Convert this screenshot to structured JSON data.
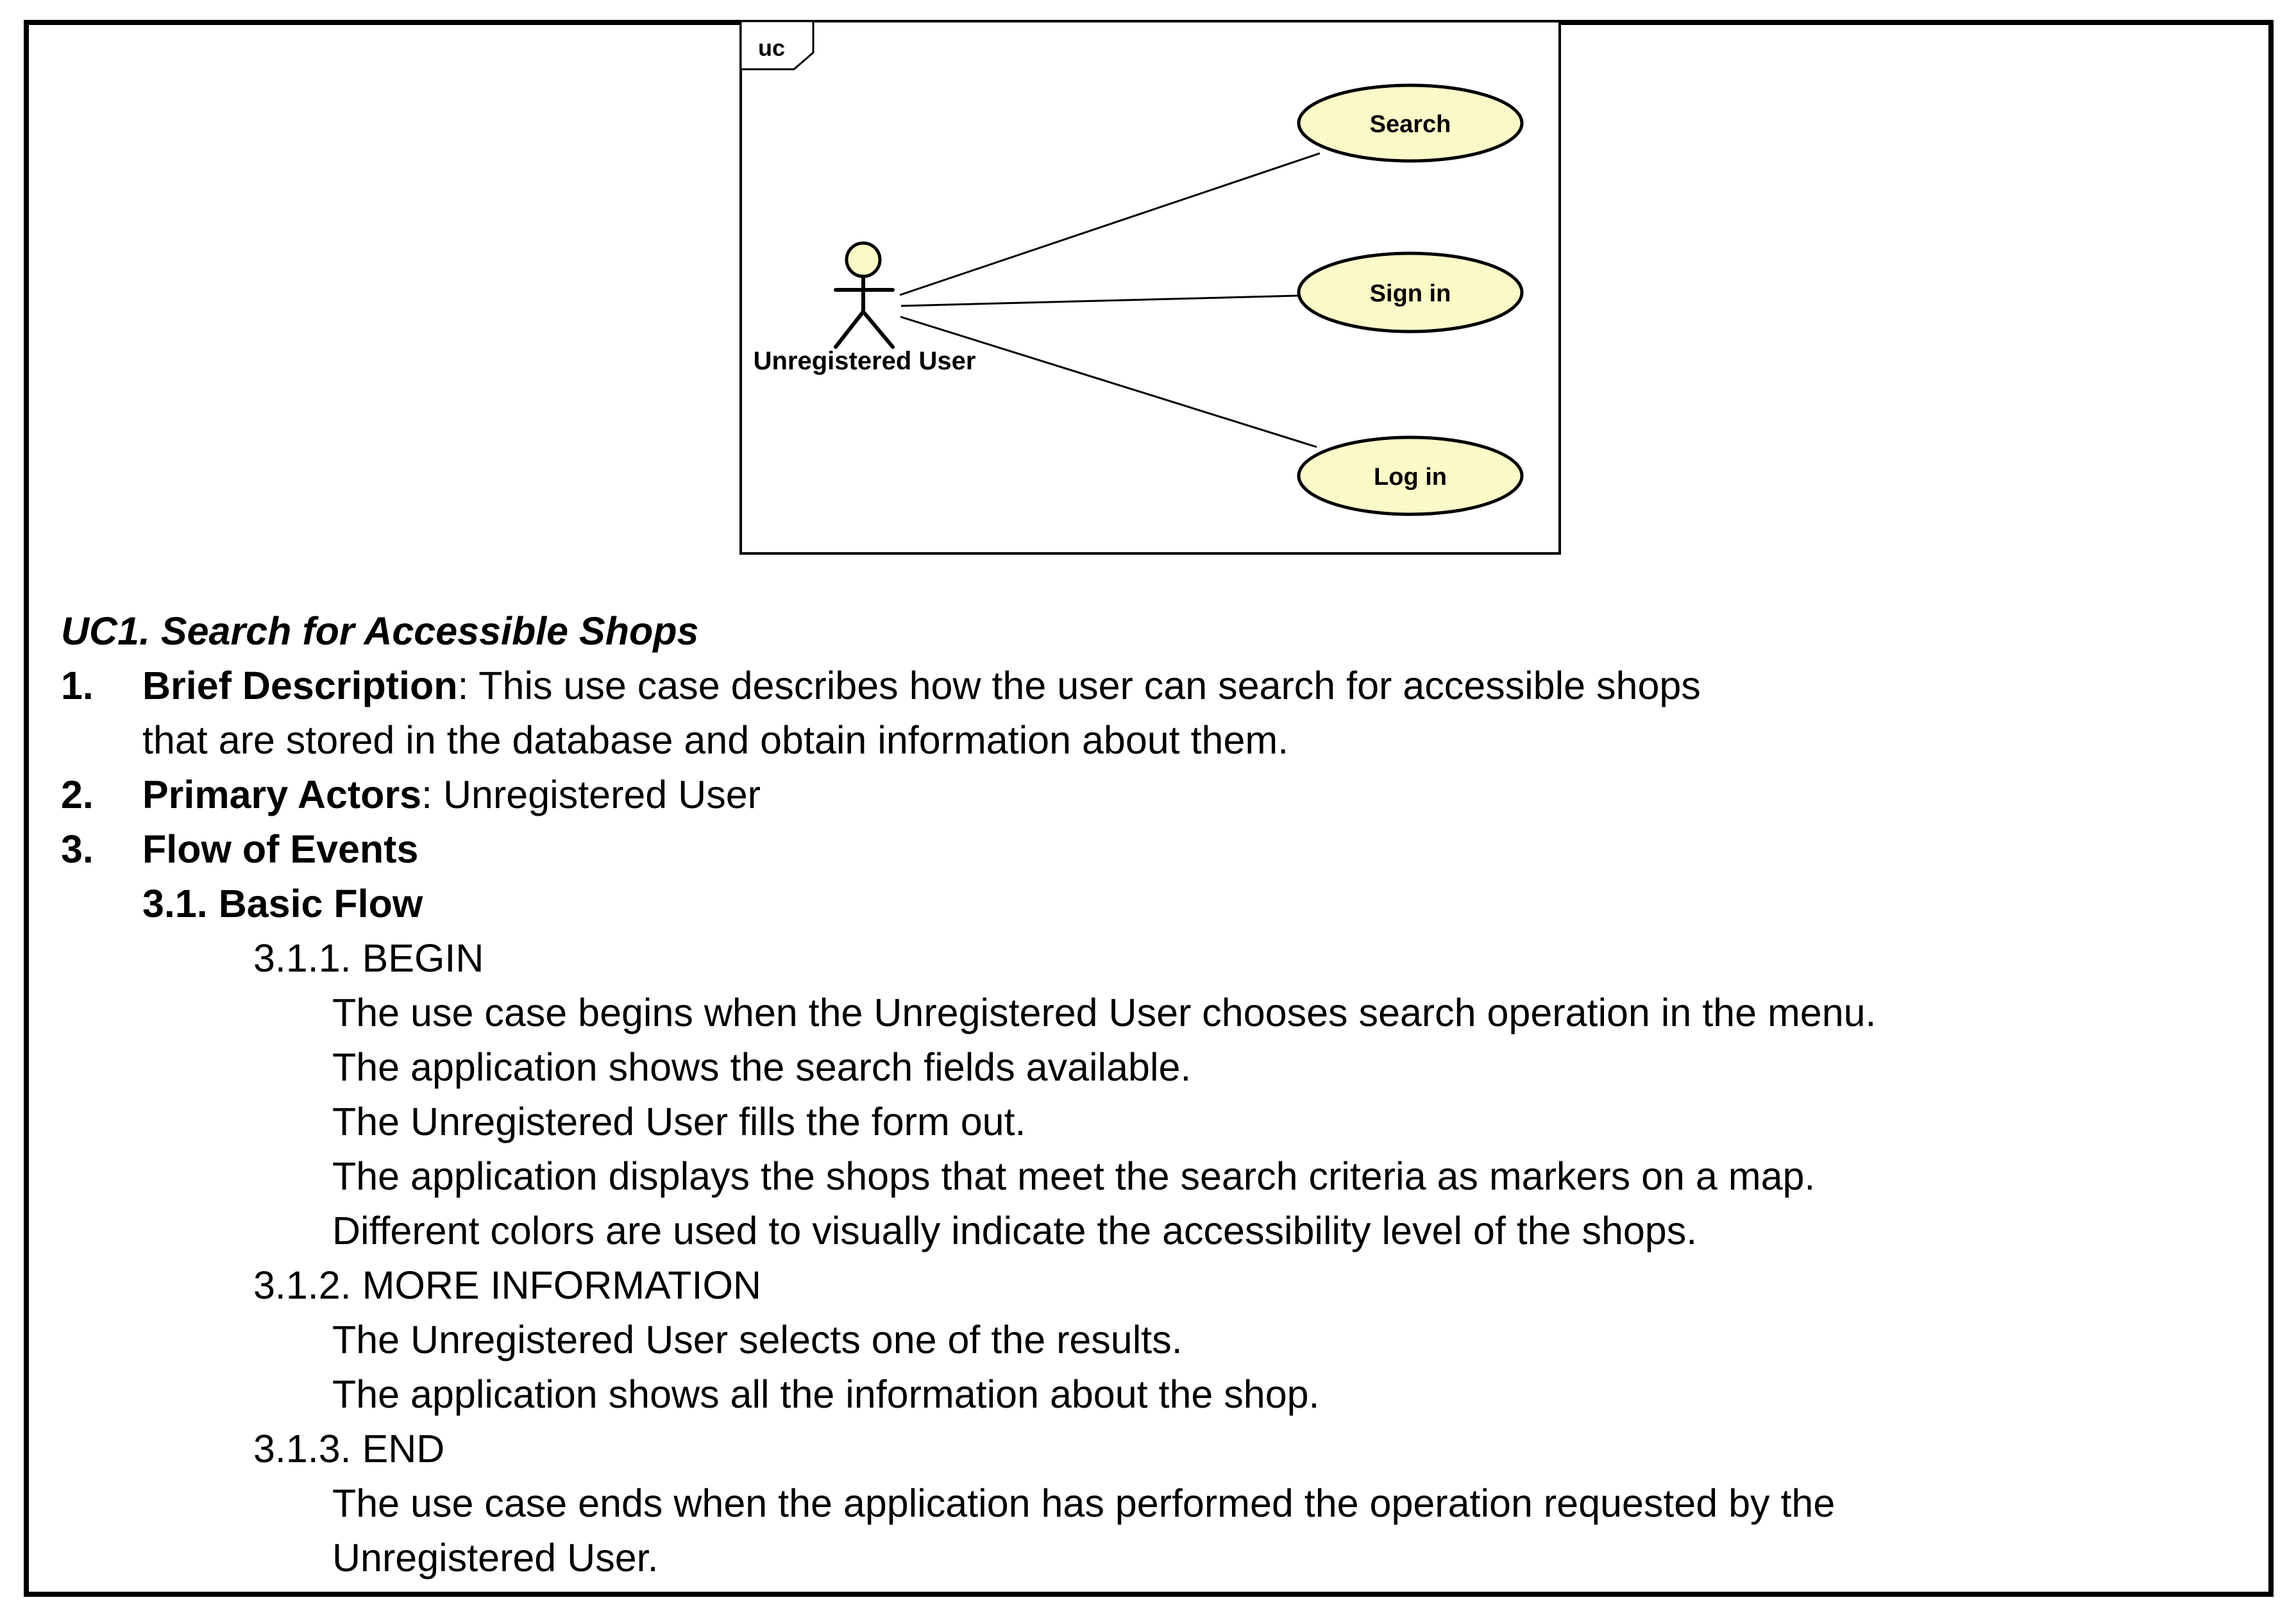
{
  "diagram": {
    "frame_label": "uc",
    "actor": {
      "label": "Unregistered User"
    },
    "use_cases": [
      {
        "label": "Search"
      },
      {
        "label": "Sign in"
      },
      {
        "label": "Log in"
      }
    ],
    "colors": {
      "shape_fill": "#FAFAC8",
      "stroke": "#000000"
    }
  },
  "use_case_doc": {
    "title": "UC1. Search for Accessible Shops",
    "items": [
      {
        "num": "1.",
        "label": "Brief Description",
        "text": ": This use case describes how the user can search for accessible shops",
        "continuation": "that are stored in the database and obtain information about them."
      },
      {
        "num": "2.",
        "label": "Primary Actors",
        "text": ": Unregistered User"
      },
      {
        "num": "3.",
        "label": "Flow of Events",
        "text": ""
      }
    ],
    "basic_flow_heading": "3.1. Basic Flow",
    "steps": [
      {
        "heading": "3.1.1. BEGIN",
        "lines": [
          "The use case begins when the Unregistered User chooses search operation in the menu.",
          "The application shows the search fields available.",
          "The Unregistered User fills the form out.",
          "The application displays the shops that meet the search criteria as markers on a map.",
          "Different colors are used to visually indicate the accessibility level of the shops."
        ]
      },
      {
        "heading": "3.1.2. MORE INFORMATION",
        "lines": [
          "The Unregistered User selects one of the results.",
          "The application shows all the information about the shop."
        ]
      },
      {
        "heading": "3.1.3. END",
        "lines": [
          "The use case ends when the application has performed the operation requested by the",
          "Unregistered User."
        ]
      }
    ]
  }
}
